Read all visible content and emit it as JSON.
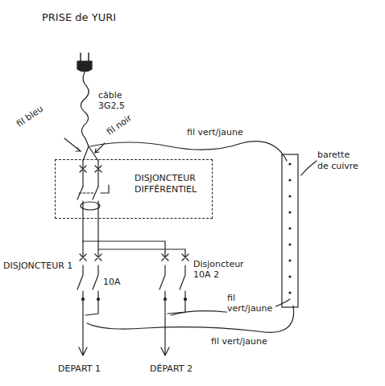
{
  "diagram": {
    "title": "PRISE de YURI",
    "nodes": [
      {
        "text": [
          "DISJONCTEUR DIFFÉRENTIEL"
        ]
      },
      {
        "text": [
          "barette de cuivre"
        ]
      }
    ],
    "labels": [
      "câble 3G2,5",
      "fil bleu",
      "fil noir",
      "fil vert/jaune",
      "DISJONCTEUR 1",
      "10A",
      "Disjoncteur 10A 2",
      "fil vert/jaune",
      "fil vert/jaune",
      "DEPART 1",
      "DÉPART 2"
    ]
  }
}
